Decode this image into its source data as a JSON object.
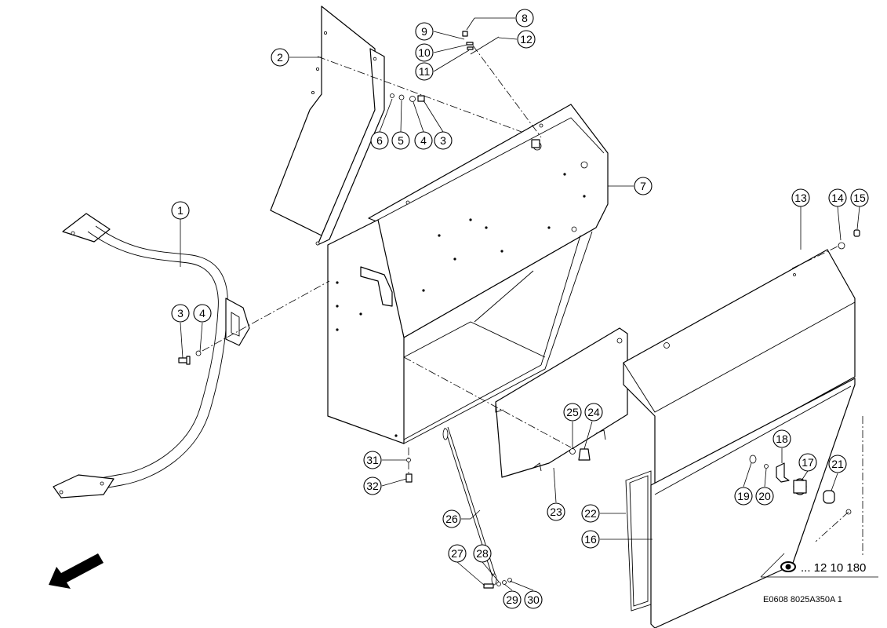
{
  "diagram": {
    "reference_text": "... 12 10 180",
    "drawing_code": "E0608 8025A350A 1",
    "icons": {
      "view": "eye-icon",
      "direction": "direction-arrow-icon"
    },
    "callouts": [
      {
        "id": "c1",
        "label": "1"
      },
      {
        "id": "c2",
        "label": "2"
      },
      {
        "id": "c3a",
        "label": "3"
      },
      {
        "id": "c3b",
        "label": "3"
      },
      {
        "id": "c4a",
        "label": "4"
      },
      {
        "id": "c4b",
        "label": "4"
      },
      {
        "id": "c5",
        "label": "5"
      },
      {
        "id": "c6",
        "label": "6"
      },
      {
        "id": "c7",
        "label": "7"
      },
      {
        "id": "c8",
        "label": "8"
      },
      {
        "id": "c9",
        "label": "9"
      },
      {
        "id": "c10",
        "label": "10"
      },
      {
        "id": "c11",
        "label": "11"
      },
      {
        "id": "c12",
        "label": "12"
      },
      {
        "id": "c13",
        "label": "13"
      },
      {
        "id": "c14",
        "label": "14"
      },
      {
        "id": "c15",
        "label": "15"
      },
      {
        "id": "c16",
        "label": "16"
      },
      {
        "id": "c17",
        "label": "17"
      },
      {
        "id": "c18",
        "label": "18"
      },
      {
        "id": "c19",
        "label": "19"
      },
      {
        "id": "c20",
        "label": "20"
      },
      {
        "id": "c21",
        "label": "21"
      },
      {
        "id": "c22",
        "label": "22"
      },
      {
        "id": "c23",
        "label": "23"
      },
      {
        "id": "c24",
        "label": "24"
      },
      {
        "id": "c25",
        "label": "25"
      },
      {
        "id": "c26",
        "label": "26"
      },
      {
        "id": "c27",
        "label": "27"
      },
      {
        "id": "c28",
        "label": "28"
      },
      {
        "id": "c29",
        "label": "29"
      },
      {
        "id": "c30",
        "label": "30"
      },
      {
        "id": "c31",
        "label": "31"
      },
      {
        "id": "c32",
        "label": "32"
      }
    ]
  }
}
